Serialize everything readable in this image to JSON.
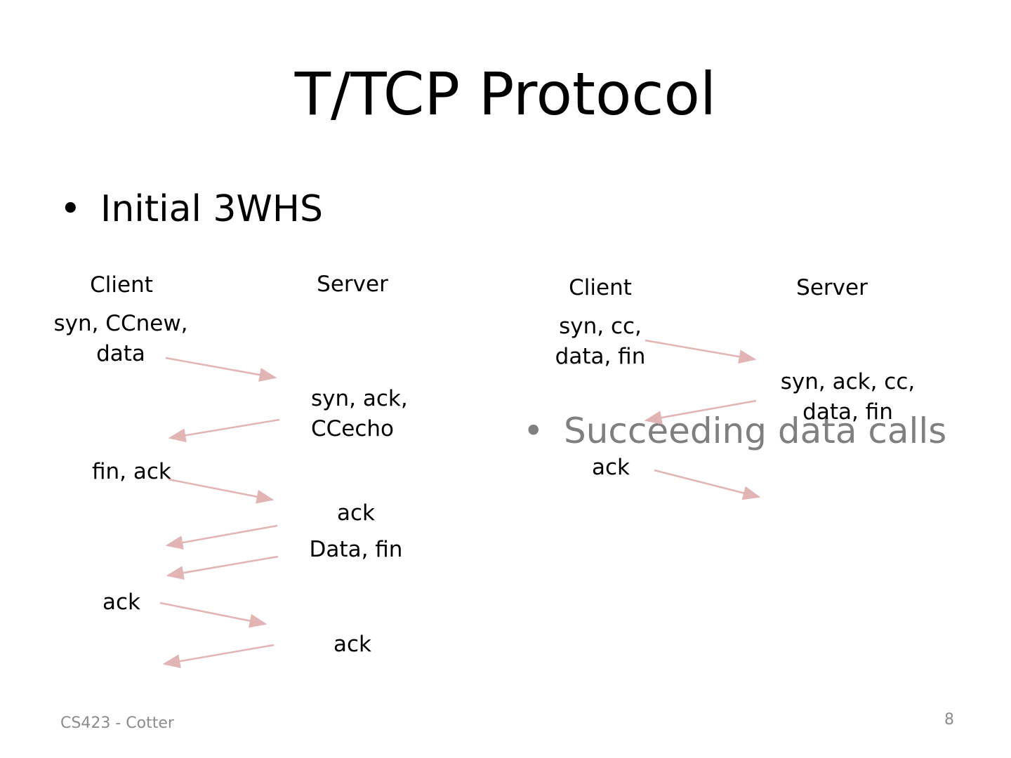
{
  "slide": {
    "title": "T/TCP Protocol"
  },
  "bullets": [
    {
      "text": "Initial 3WHS"
    },
    {
      "text": "Succeeding data calls"
    }
  ],
  "diagram_initial": {
    "client_header": "Client",
    "server_header": "Server",
    "messages": [
      {
        "from": "client",
        "lines": [
          "syn, CCnew,",
          "data"
        ]
      },
      {
        "from": "server",
        "lines": [
          "syn, ack,",
          "CCecho"
        ]
      },
      {
        "from": "client",
        "lines": [
          "fin, ack"
        ]
      },
      {
        "from": "server",
        "lines": [
          "ack"
        ]
      },
      {
        "from": "server",
        "lines": [
          "Data, fin"
        ]
      },
      {
        "from": "client",
        "lines": [
          "ack"
        ]
      },
      {
        "from": "server",
        "lines": [
          "ack"
        ]
      }
    ]
  },
  "diagram_succeeding": {
    "client_header": "Client",
    "server_header": "Server",
    "messages": [
      {
        "from": "client",
        "lines": [
          "syn, cc,",
          "data, fin"
        ]
      },
      {
        "from": "server",
        "lines": [
          "syn, ack, cc,",
          "data, fin"
        ]
      },
      {
        "from": "client",
        "lines": [
          "ack"
        ]
      }
    ]
  },
  "colors": {
    "arrow": "#e2b4b4",
    "muted_text": "#7f7f7f",
    "footer_text": "#8c8c8c"
  },
  "footer": {
    "course": "CS423 - Cotter",
    "page_number": "8"
  }
}
